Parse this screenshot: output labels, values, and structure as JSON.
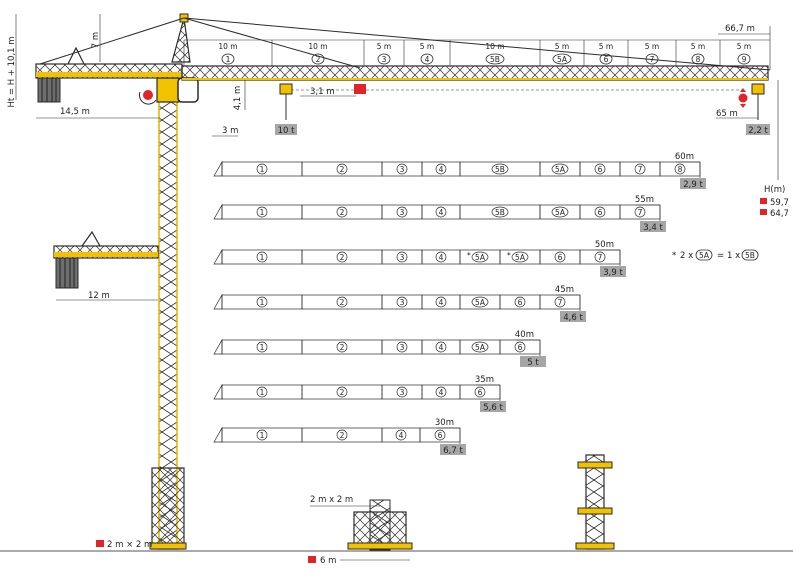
{
  "colors": {
    "crane_yellow": "#f2c200",
    "steel": "#2b2b2b",
    "tag_gray": "#a6a6a6",
    "marker_red": "#e0242a"
  },
  "jib_segments": [
    {
      "dim": "10 m",
      "id": "1"
    },
    {
      "dim": "10 m",
      "id": "2"
    },
    {
      "dim": "5 m",
      "id": "3"
    },
    {
      "dim": "5 m",
      "id": "4"
    },
    {
      "dim": "10 m",
      "id": "5B"
    },
    {
      "dim": "5 m",
      "id": "5A"
    },
    {
      "dim": "5 m",
      "id": "6"
    },
    {
      "dim": "5 m",
      "id": "7"
    },
    {
      "dim": "5 m",
      "id": "8"
    },
    {
      "dim": "5 m",
      "id": "9"
    }
  ],
  "jib_total_length": "66,7 m",
  "hook_reach": "65 m",
  "tip_capacity": "2,2 t",
  "max_capacity": "10 t",
  "trolley_offset": "3,1 m",
  "hook_drop": "4,1 m",
  "tower_offset": "3 m",
  "counter_jib_length": "14,5 m",
  "short_counter_jib_length": "12 m",
  "head_height": "7 m",
  "total_height_formula": "Ht = H + 10,1 m",
  "height_label": "H(m)",
  "heights": [
    "59,7",
    "64,7"
  ],
  "base_fixed": "2 m × 2 m",
  "base_mobile": "2 m x 2 m",
  "base_width": "6 m",
  "equivalence_note": {
    "star": "*",
    "left": "2 x",
    "left_id": "5A",
    "eq": "=",
    "right": "1 x",
    "right_id": "5B"
  },
  "configs": [
    {
      "length": "60m",
      "capacity": "2,9 t",
      "sections": [
        "1",
        "2",
        "3",
        "4",
        "5B",
        "5A",
        "6",
        "7",
        "8"
      ]
    },
    {
      "length": "55m",
      "capacity": "3,4 t",
      "sections": [
        "1",
        "2",
        "3",
        "4",
        "5B",
        "5A",
        "6",
        "7"
      ]
    },
    {
      "length": "50m",
      "capacity": "3,9 t",
      "sections": [
        "1",
        "2",
        "3",
        "4",
        "*5A",
        "*5A",
        "6",
        "7"
      ]
    },
    {
      "length": "45m",
      "capacity": "4,6 t",
      "sections": [
        "1",
        "2",
        "3",
        "4",
        "5A",
        "6",
        "7"
      ]
    },
    {
      "length": "40m",
      "capacity": "5 t",
      "sections": [
        "1",
        "2",
        "3",
        "4",
        "5A",
        "6"
      ]
    },
    {
      "length": "35m",
      "capacity": "5,6 t",
      "sections": [
        "1",
        "2",
        "3",
        "4",
        "6"
      ]
    },
    {
      "length": "30m",
      "capacity": "6,7 t",
      "sections": [
        "1",
        "2",
        "4",
        "6"
      ]
    }
  ]
}
